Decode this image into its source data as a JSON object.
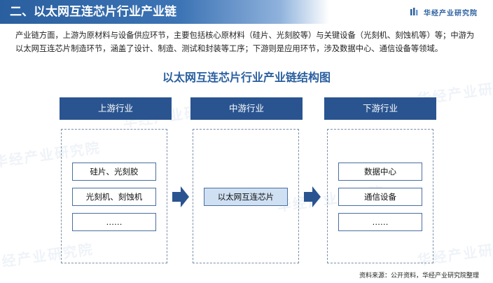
{
  "header": {
    "title": "二、以太网互连芯片行业产业链",
    "brand": "华经产业研究院"
  },
  "intro": "产业链方面，上游为原材料与设备供应环节，主要包括核心原材料（硅片、光刻胶等）与关键设备（光刻机、刻蚀机等）等；中游为以太网互连芯片制造环节，涵盖了设计、制造、测试和封装等工序；下游则是应用环节，涉及数据中心、通信设备等领域。",
  "diagram": {
    "title": "以太网互连芯片行业产业链结构图",
    "stages": [
      {
        "label": "上游行业",
        "items": [
          "硅片、光刻胶",
          "光刻机、刻蚀机",
          "……"
        ]
      },
      {
        "label": "中游行业",
        "items": [
          "以太网互连芯片"
        ]
      },
      {
        "label": "下游行业",
        "items": [
          "数据中心",
          "通信设备",
          "……"
        ]
      }
    ]
  },
  "source": "资料来源：公开资料，华经产业研究院整理",
  "watermark": "华经产业研究院",
  "colors": {
    "primary": "#2a5490",
    "accent": "#2a5f9f",
    "highlight": "#cfe0f3"
  }
}
